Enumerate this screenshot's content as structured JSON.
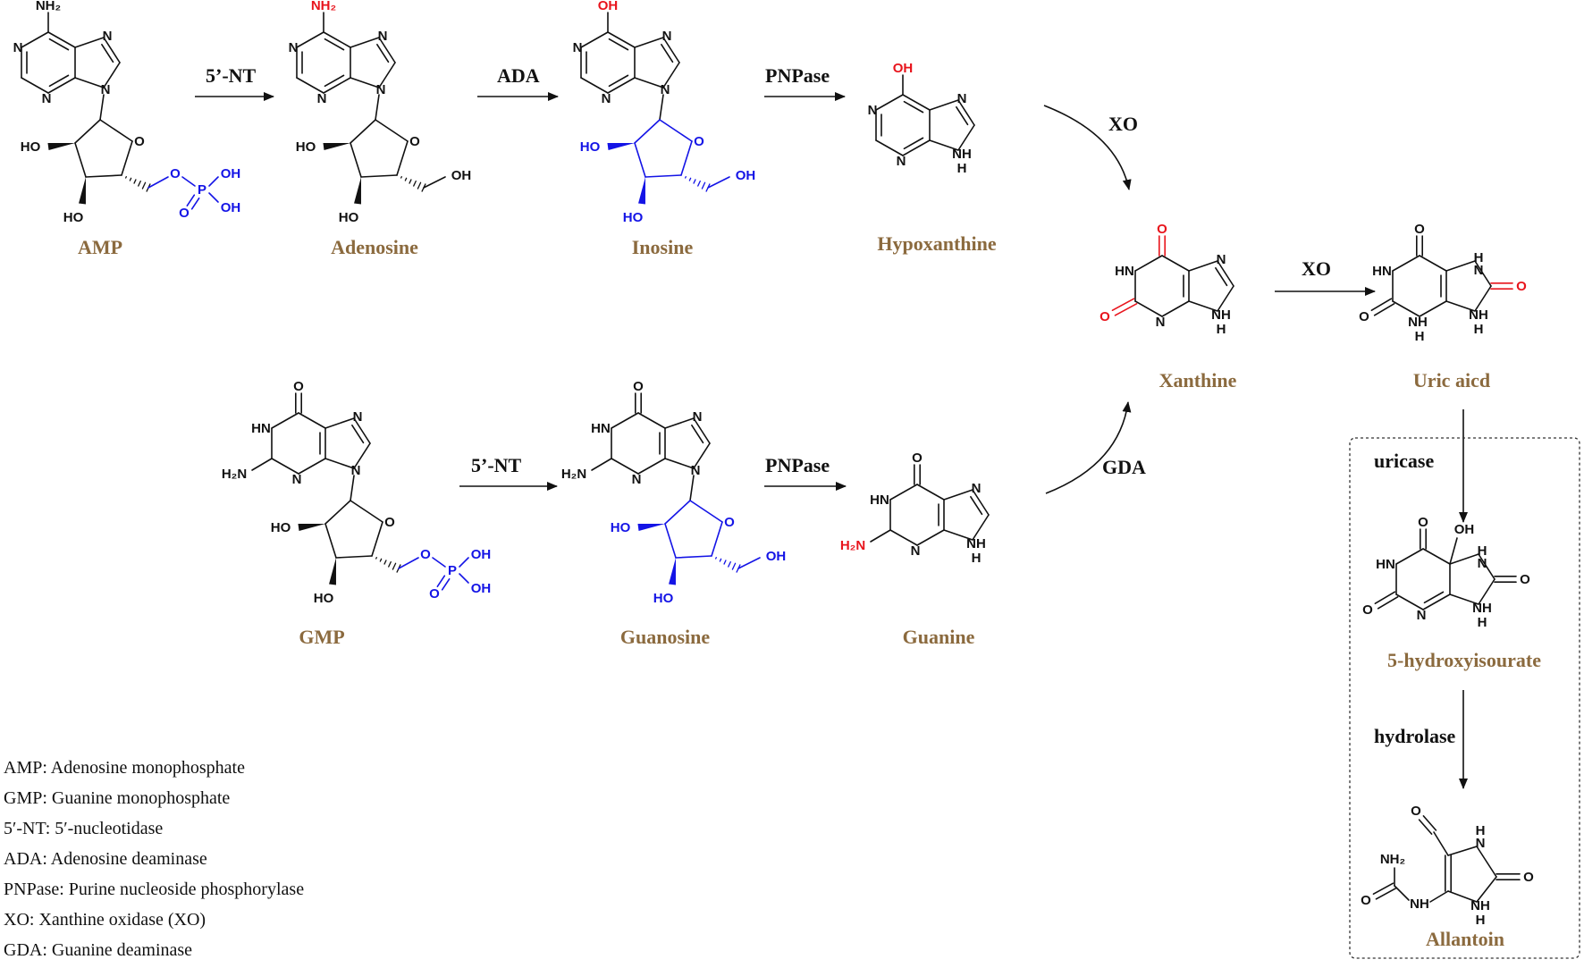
{
  "compounds": {
    "amp": "AMP",
    "adenosine": "Adenosine",
    "inosine": "Inosine",
    "hypoxanthine": "Hypoxanthine",
    "xanthine": "Xanthine",
    "uric_acid": "Uric aicd",
    "gmp": "GMP",
    "guanosine": "Guanosine",
    "guanine": "Guanine",
    "hydroxyisourate": "5-hydroxyisourate",
    "allantoin": "Allantoin"
  },
  "enzymes": {
    "nt_top": "5’-NT",
    "ada": "ADA",
    "pnpase_top": "PNPase",
    "xo_curve": "XO",
    "xo_straight": "XO",
    "nt_bottom": "5’-NT",
    "pnpase_bottom": "PNPase",
    "gda": "GDA",
    "uricase": "uricase",
    "hydrolase": "hydrolase"
  },
  "atoms": {
    "nh2": "NH₂",
    "h2n": "H₂N",
    "n": "N",
    "nh": "NH",
    "hn": "HN",
    "h": "H",
    "o": "O",
    "oh": "OH",
    "ho": "HO",
    "p": "P"
  },
  "legend": [
    "AMP: Adenosine monophosphate",
    "GMP: Guanine monophosphate",
    "5′-NT: 5′-nucleotidase",
    "ADA: Adenosine deaminase",
    "PNPase: Purine nucleoside phosphorylase",
    "XO: Xanthine oxidase (XO)",
    "GDA: Guanine deaminase"
  ],
  "colors": {
    "name_text": "#8b6a3e",
    "highlight_red": "#e8141c",
    "highlight_blue": "#1414e6",
    "bond": "#111111"
  }
}
